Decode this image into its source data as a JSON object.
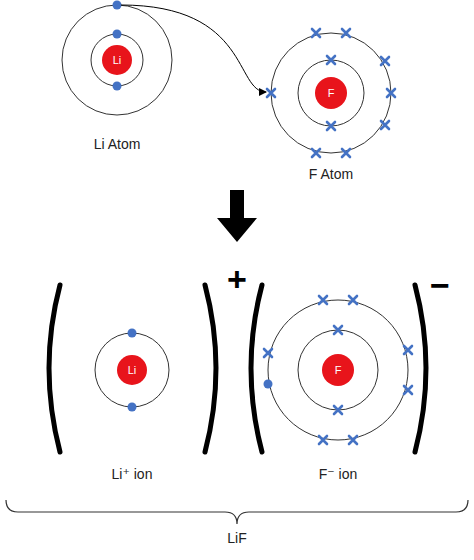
{
  "diagram": {
    "nodes": [
      {
        "text": [
          "Li"
        ]
      },
      {
        "text": [
          "F"
        ]
      },
      {
        "text": [
          "Li"
        ]
      },
      {
        "text": [
          "F"
        ]
      }
    ],
    "labels": [
      "Li Atom",
      "F Atom",
      "+",
      "−",
      "Li⁺ ion",
      "F⁻ ion",
      "LiF"
    ]
  }
}
